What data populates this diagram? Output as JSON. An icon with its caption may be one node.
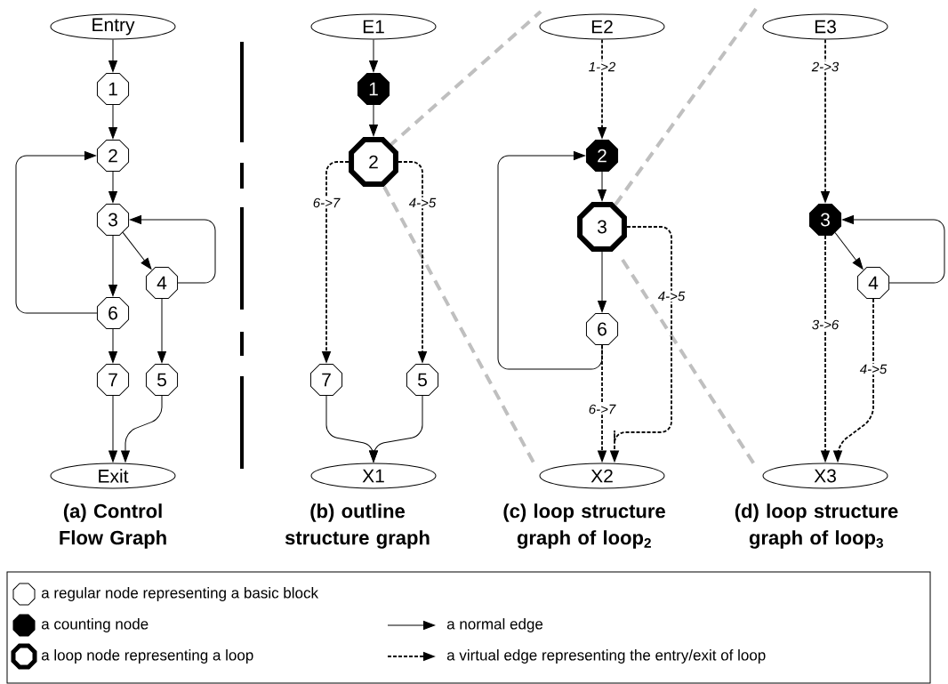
{
  "diagram": {
    "nodes": [
      {
        "text": [
          "Entry"
        ]
      },
      {
        "text": [
          "1"
        ]
      },
      {
        "text": [
          "2"
        ]
      },
      {
        "text": [
          "3"
        ]
      },
      {
        "text": [
          "4"
        ]
      },
      {
        "text": [
          "6"
        ]
      },
      {
        "text": [
          "7"
        ]
      },
      {
        "text": [
          "5"
        ]
      },
      {
        "text": [
          "Exit"
        ]
      },
      {
        "text": [
          "E1"
        ]
      },
      {
        "text": [
          "1"
        ]
      },
      {
        "text": [
          "2"
        ]
      },
      {
        "text": [
          "7"
        ]
      },
      {
        "text": [
          "5"
        ]
      },
      {
        "text": [
          "X1"
        ]
      },
      {
        "text": [
          "E2"
        ]
      },
      {
        "text": [
          "2"
        ]
      },
      {
        "text": [
          "3"
        ]
      },
      {
        "text": [
          "6"
        ]
      },
      {
        "text": [
          "X2"
        ]
      },
      {
        "text": [
          "E3"
        ]
      },
      {
        "text": [
          "3"
        ]
      },
      {
        "text": [
          "4"
        ]
      },
      {
        "text": [
          "X3"
        ]
      }
    ],
    "edges": [
      {
        "from": 0,
        "to": 1,
        "arrow": "to"
      },
      {
        "from": 1,
        "to": 2,
        "arrow": "to"
      },
      {
        "from": 2,
        "to": 3,
        "arrow": "to"
      },
      {
        "from": 3,
        "to": 4,
        "arrow": "to"
      },
      {
        "from": 3,
        "to": 5,
        "arrow": "to"
      },
      {
        "from": 4,
        "to": 3,
        "arrow": "to"
      },
      {
        "from": 5,
        "to": 2,
        "arrow": "to"
      },
      {
        "from": 5,
        "to": 6,
        "arrow": "to"
      },
      {
        "from": 4,
        "to": 7,
        "arrow": "to"
      },
      {
        "from": 6,
        "to": 8,
        "arrow": "to"
      },
      {
        "from": 7,
        "to": 8,
        "arrow": "to"
      },
      {
        "from": 9,
        "to": 10,
        "arrow": "to"
      },
      {
        "from": 10,
        "to": 11,
        "arrow": "to"
      },
      {
        "from": 11,
        "to": 12,
        "arrow": "to",
        "label": "6->7",
        "style": "dashed"
      },
      {
        "from": 11,
        "to": 13,
        "arrow": "to",
        "label": "4->5",
        "style": "dashed"
      },
      {
        "from": 12,
        "to": 14,
        "arrow": "to"
      },
      {
        "from": 13,
        "to": 14,
        "arrow": "to"
      },
      {
        "from": 15,
        "to": 16,
        "arrow": "to",
        "label": "1->2",
        "style": "dashed"
      },
      {
        "from": 16,
        "to": 17,
        "arrow": "to"
      },
      {
        "from": 17,
        "to": 18,
        "arrow": "to"
      },
      {
        "from": 18,
        "to": 16,
        "arrow": "to"
      },
      {
        "from": 17,
        "to": 19,
        "arrow": "to",
        "label": "4->5",
        "style": "dashed"
      },
      {
        "from": 18,
        "to": 19,
        "arrow": "to",
        "label": "6->7",
        "style": "dashed"
      },
      {
        "from": 20,
        "to": 21,
        "arrow": "to",
        "label": "2->3",
        "style": "dashed"
      },
      {
        "from": 21,
        "to": 22,
        "arrow": "to"
      },
      {
        "from": 22,
        "to": 21,
        "arrow": "to"
      },
      {
        "from": 21,
        "to": 23,
        "arrow": "to",
        "label": "3->6",
        "style": "dashed"
      },
      {
        "from": 22,
        "to": 23,
        "arrow": "to",
        "label": "4->5",
        "style": "dashed"
      }
    ],
    "labels": [
      "(a) Control Flow Graph",
      "(b) outline structure graph",
      "(c) loop structure graph of loop$_{2}$",
      "(d) loop structure graph of loop$_{3}$"
    ],
    "legend": [
      {
        "text": "a regular node representing a basic block"
      },
      {
        "text": "a counting node"
      },
      {
        "text": "a normal edge"
      },
      {
        "text": "a loop node representing a loop"
      },
      {
        "text": "a virtual edge representing the entry/exit of loop"
      }
    ]
  }
}
